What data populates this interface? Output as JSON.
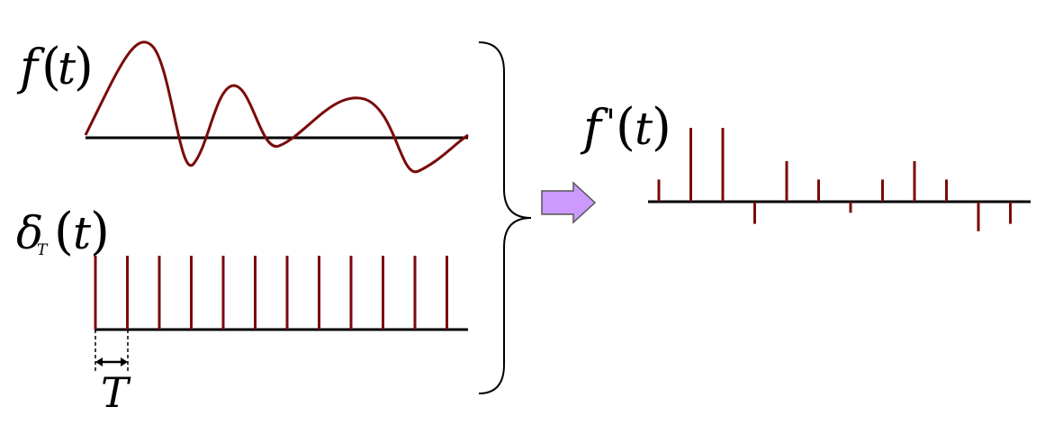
{
  "labels": {
    "f": "f",
    "t": "t",
    "delta": "δ",
    "delta_sub": "T",
    "fprime": "f",
    "prime": "'",
    "open_paren": "(",
    "close_paren": ")",
    "period": "T"
  },
  "colors": {
    "signal": "#7a0a0a",
    "axis": "#000000",
    "arrow_fill": "#cc99ff",
    "arrow_stroke": "#555555"
  },
  "chart_data": [
    {
      "type": "line",
      "series": [
        {
          "values": [
            0,
            0.4,
            1.0,
            0.8,
            -0.4,
            -0.3,
            0.6,
            0.3,
            -0.1,
            0.1,
            0.45,
            0.3,
            -0.2,
            -0.3,
            0.05
          ]
        }
      ]
    },
    {
      "type": "bar",
      "impulse_count": 12
    },
    {
      "type": "bar",
      "sample_values": [
        0.3,
        1.0,
        1.0,
        -0.3,
        0.55,
        0.3,
        -0.15,
        0.3,
        0.55,
        0.3,
        -0.4,
        -0.3
      ]
    }
  ]
}
